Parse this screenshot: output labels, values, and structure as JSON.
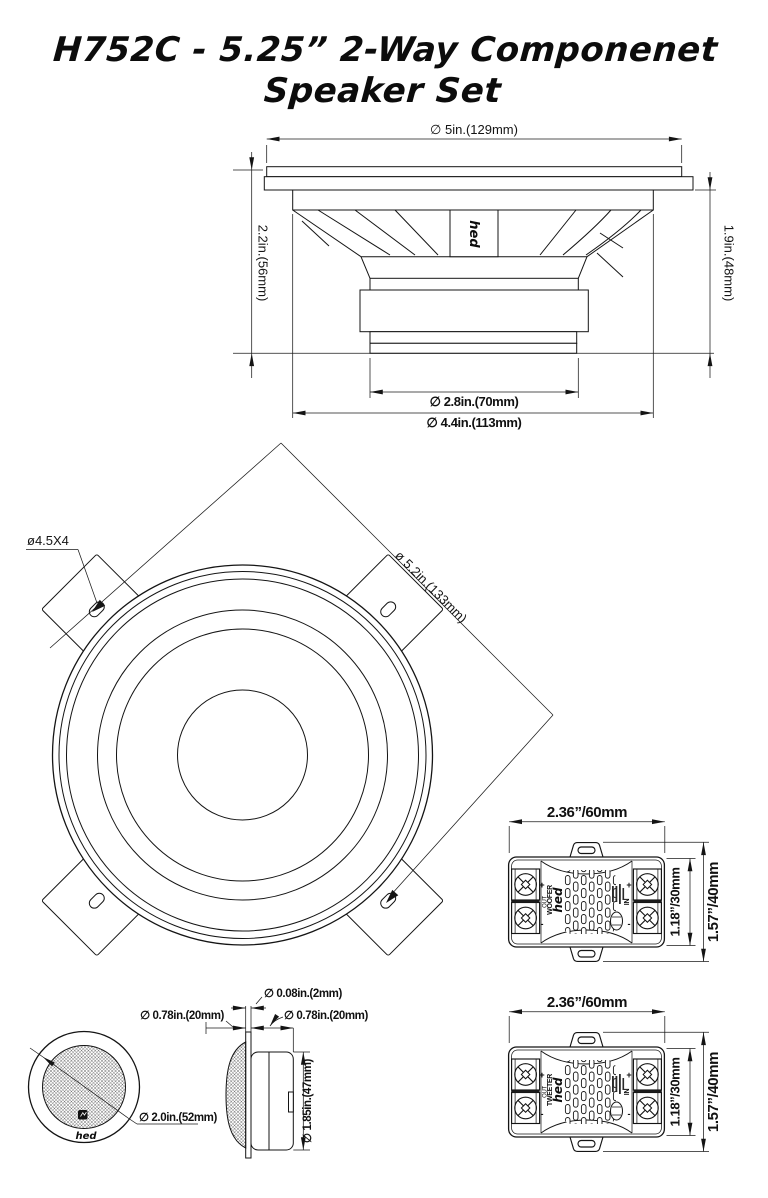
{
  "title": {
    "line1": "H752C - 5.25” 2-Way Componenet",
    "line2": "Speaker Set"
  },
  "woofer_side_view": {
    "dim_outer_diameter": "∅ 5in.(129mm)",
    "dim_total_depth": "2.2in.(56mm)",
    "dim_mounting_depth": "1.9in.(48mm)",
    "dim_magnet_diameter": "∅ 2.8in.(70mm)",
    "dim_basket_diameter": "∅ 4.4in.(113mm)",
    "logo": "hed"
  },
  "woofer_front_view": {
    "dim_mounting_holes": "ø4.5X4",
    "dim_overall_diameter": "ø 5.2in.(133mm)"
  },
  "woofer_crossover": {
    "dim_width": "2.36”/60mm",
    "dim_body_height": "1.18”/30mm",
    "dim_overall_height": "1.57”/40mm",
    "logo": "hed",
    "channel": "WOOFER",
    "out_label": "OUT",
    "in_label": "IN",
    "plus": "+",
    "minus": "-"
  },
  "tweeter_front_view": {
    "dim_diameter": "∅ 2.0in.(52mm)",
    "logo": "hed"
  },
  "tweeter_side_view": {
    "dim_flange_thickness": "∅ 0.08in.(2mm)",
    "dim_front_depth": "∅ 0.78in.(20mm)",
    "dim_rear_depth": "∅ 0.78in.(20mm)",
    "dim_body_diameter": "∅ 1.85in.(47mm)"
  },
  "tweeter_crossover": {
    "dim_width": "2.36”/60mm",
    "dim_body_height": "1.18”/30mm",
    "dim_overall_height": "1.57”/40mm",
    "logo": "hed",
    "channel": "TWEETER",
    "out_label": "OUT",
    "in_label": "IN",
    "plus": "+",
    "minus": "-"
  }
}
